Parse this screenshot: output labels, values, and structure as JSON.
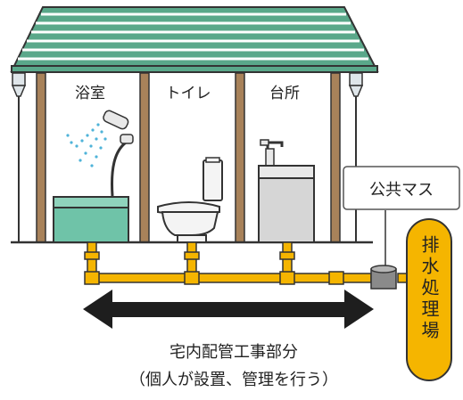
{
  "rooms": [
    {
      "id": "bath",
      "label": "浴室"
    },
    {
      "id": "toilet",
      "label": "トイレ"
    },
    {
      "id": "kitchen",
      "label": "台所"
    }
  ],
  "public_basin": {
    "label": "公共マス"
  },
  "treatment_plant": {
    "label": "排水処理場"
  },
  "section": {
    "title": "宅内配管工事部分",
    "note": "（個人が設置、管理を行う）"
  },
  "colors": {
    "roof": "#5aa88a",
    "wood": "#a8825a",
    "pipe": "#f5b500",
    "tank": "#6fc3a8",
    "arrow": "#1e1e1e",
    "sink": "#d6d6d6",
    "outline": "#333333"
  },
  "icons": [
    "shower-icon",
    "toilet-icon",
    "faucet-icon",
    "manhole-icon",
    "double-arrow-icon"
  ]
}
